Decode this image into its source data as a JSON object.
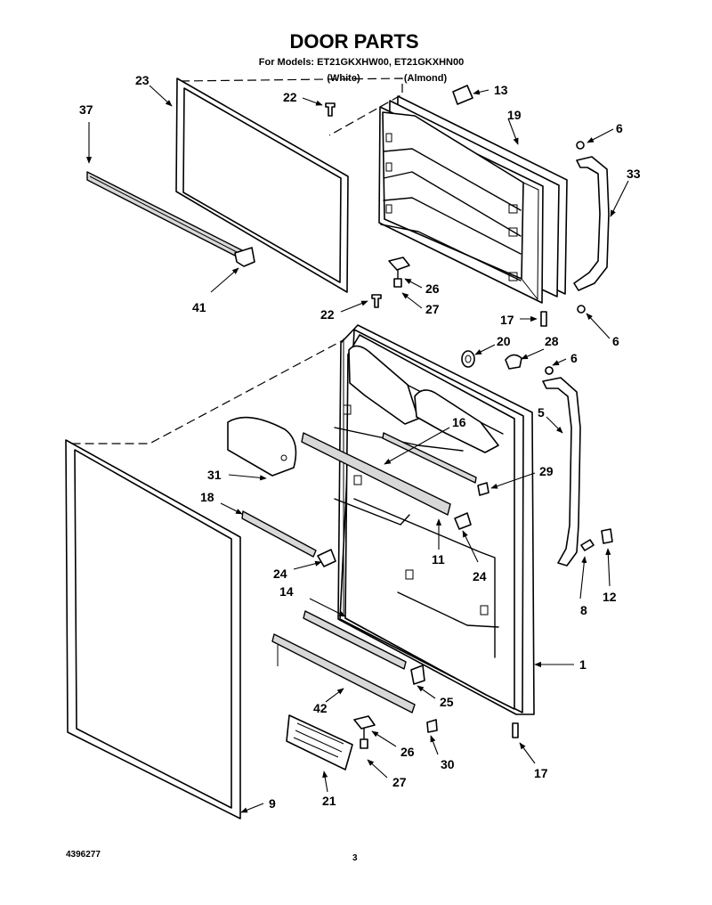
{
  "title": "DOOR PARTS",
  "models_line": "For Models: ET21GKXHW00, ET21GKXHN00",
  "color_white": "(White)",
  "color_almond": "(Almond)",
  "doc_number": "4396277",
  "page_number": "3",
  "callouts": {
    "c1": "1",
    "c5": "5",
    "c6a": "6",
    "c6b": "6",
    "c6c": "6",
    "c8": "8",
    "c9": "9",
    "c11": "11",
    "c12": "12",
    "c13": "13",
    "c14": "14",
    "c16": "16",
    "c17a": "17",
    "c17b": "17",
    "c18": "18",
    "c19": "19",
    "c20": "20",
    "c21": "21",
    "c22a": "22",
    "c22b": "22",
    "c23": "23",
    "c24a": "24",
    "c24b": "24",
    "c25": "25",
    "c26a": "26",
    "c26b": "26",
    "c27a": "27",
    "c27b": "27",
    "c28": "28",
    "c29": "29",
    "c30": "30",
    "c31": "31",
    "c33": "33",
    "c37": "37",
    "c41": "41",
    "c42": "42"
  }
}
